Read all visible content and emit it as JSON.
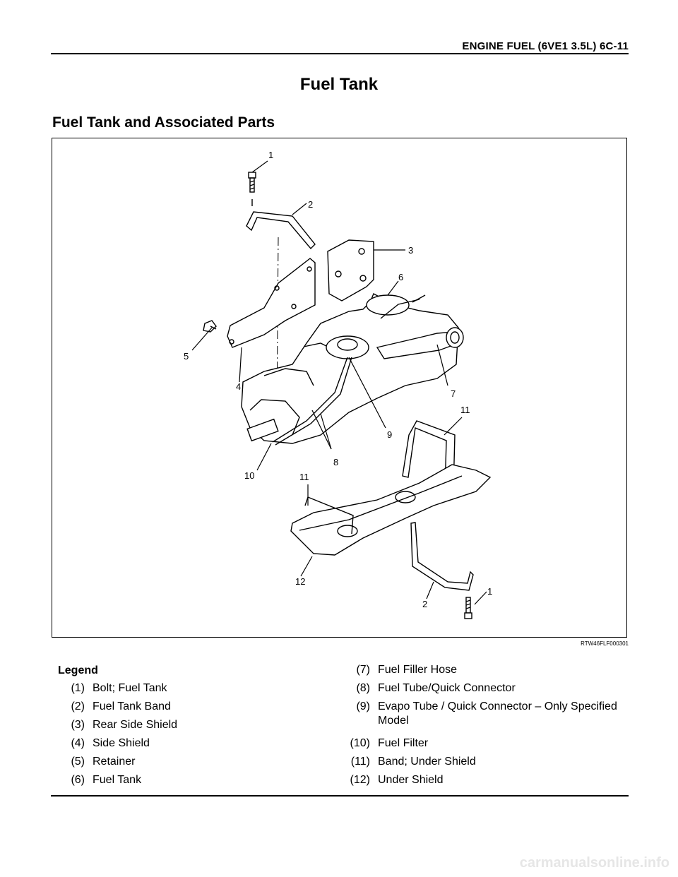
{
  "header": {
    "running_title": "ENGINE FUEL (6VE1 3.5L)  6C-11"
  },
  "page_title": "Fuel Tank",
  "section_title": "Fuel Tank and Associated Parts",
  "figure": {
    "id": "RTW46FLF000301",
    "callouts": [
      "1",
      "2",
      "3",
      "6",
      "5",
      "4",
      "7",
      "11",
      "9",
      "8",
      "10",
      "11",
      "12",
      "2",
      "1"
    ]
  },
  "legend": {
    "title": "Legend",
    "left": [
      {
        "num": "(1)",
        "text": "Bolt; Fuel Tank"
      },
      {
        "num": "(2)",
        "text": "Fuel Tank Band"
      },
      {
        "num": "(3)",
        "text": "Rear Side Shield"
      },
      {
        "num": "(4)",
        "text": "Side Shield"
      },
      {
        "num": "(5)",
        "text": "Retainer"
      },
      {
        "num": "(6)",
        "text": "Fuel Tank"
      }
    ],
    "right": [
      {
        "num": "(7)",
        "text": "Fuel Filler Hose"
      },
      {
        "num": "(8)",
        "text": "Fuel Tube/Quick Connector"
      },
      {
        "num": "(9)",
        "text": "Evapo Tube / Quick Connector – Only Specified",
        "text2": "Model"
      },
      {
        "num": "(10)",
        "text": "Fuel Filter"
      },
      {
        "num": "(11)",
        "text": "Band; Under Shield"
      },
      {
        "num": "(12)",
        "text": "Under Shield"
      }
    ]
  },
  "watermark": "carmanualsonline.info"
}
